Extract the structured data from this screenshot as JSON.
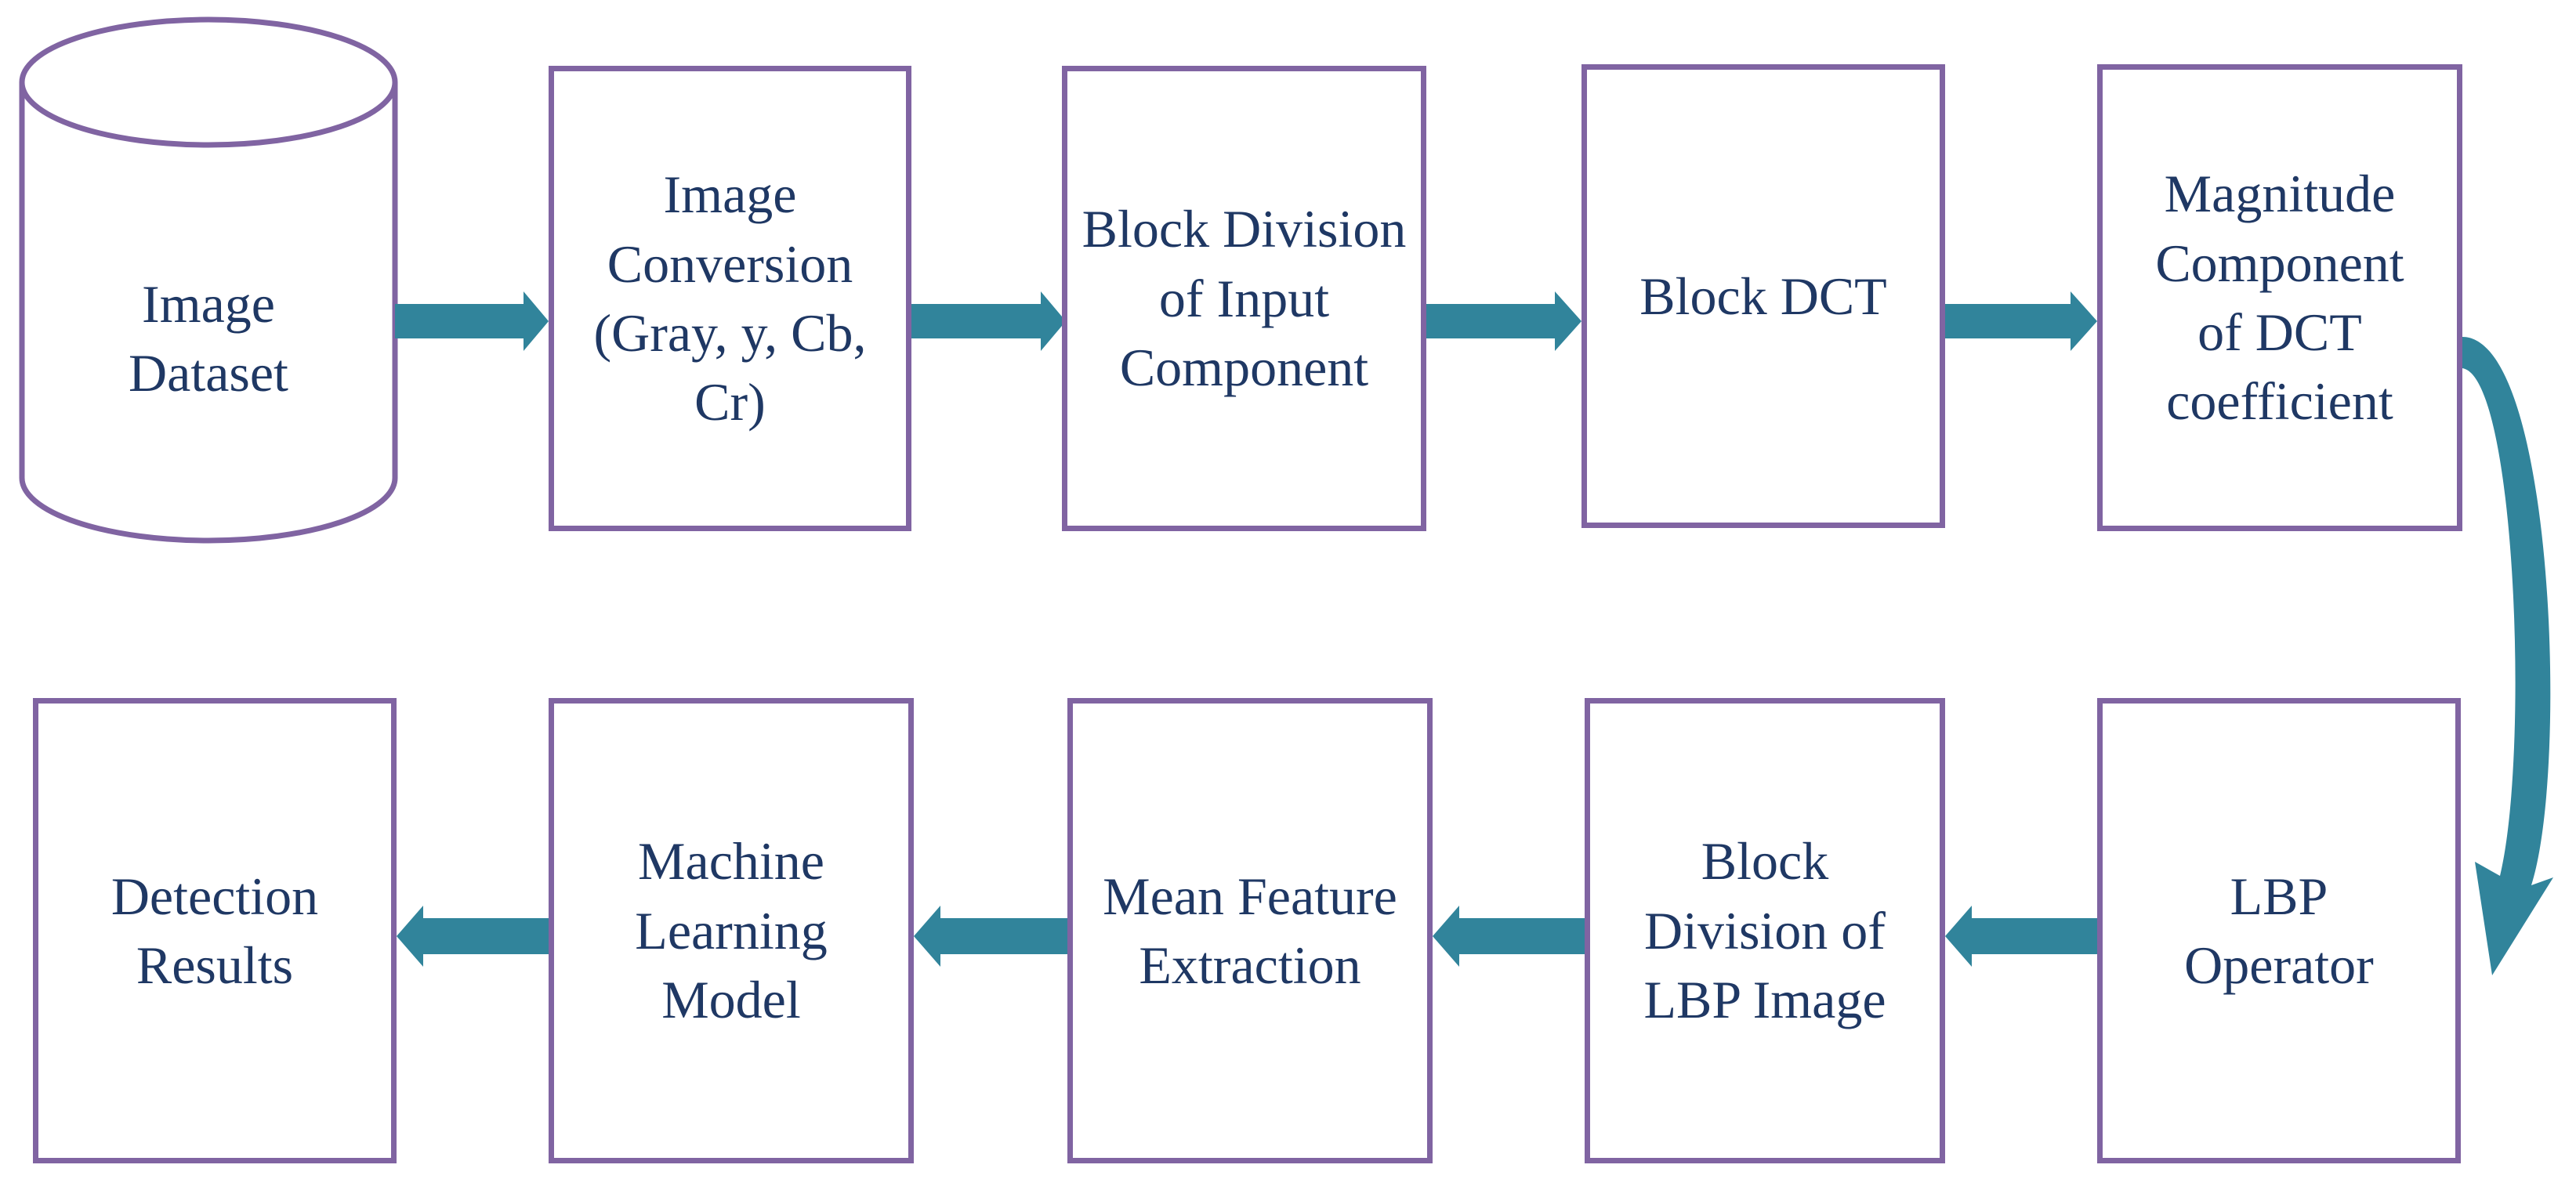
{
  "colors": {
    "border": "#8064a2",
    "arrow": "#31849b",
    "text": "#1f3864"
  },
  "nodes": {
    "dataset": "Image\nDataset",
    "conversion": "Image\nConversion\n(Gray, y, Cb,\nCr)",
    "block_division_input": "Block Division\nof Input\nComponent",
    "block_dct": "Block DCT",
    "magnitude": "Magnitude\nComponent\nof DCT\ncoefficient",
    "lbp_operator": "LBP\nOperator",
    "block_division_lbp": "Block\nDivision of\nLBP Image",
    "mean_feature": "Mean Feature\nExtraction",
    "ml_model": "Machine\nLearning\nModel",
    "detection": "Detection\nResults"
  }
}
